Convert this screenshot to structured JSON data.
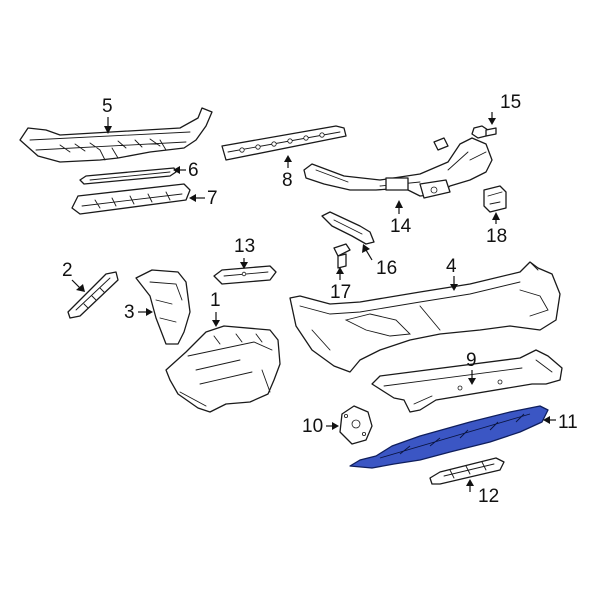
{
  "callouts": {
    "c1": "1",
    "c2": "2",
    "c3": "3",
    "c4": "4",
    "c5": "5",
    "c6": "6",
    "c7": "7",
    "c8": "8",
    "c9": "9",
    "c10": "10",
    "c11": "11",
    "c12": "12",
    "c13": "13",
    "c14": "14",
    "c15": "15",
    "c16": "16",
    "c17": "17",
    "c18": "18"
  },
  "colors": {
    "highlight_fill": "#3b56c4",
    "line": "#1a1a1a",
    "background": "#ffffff"
  }
}
